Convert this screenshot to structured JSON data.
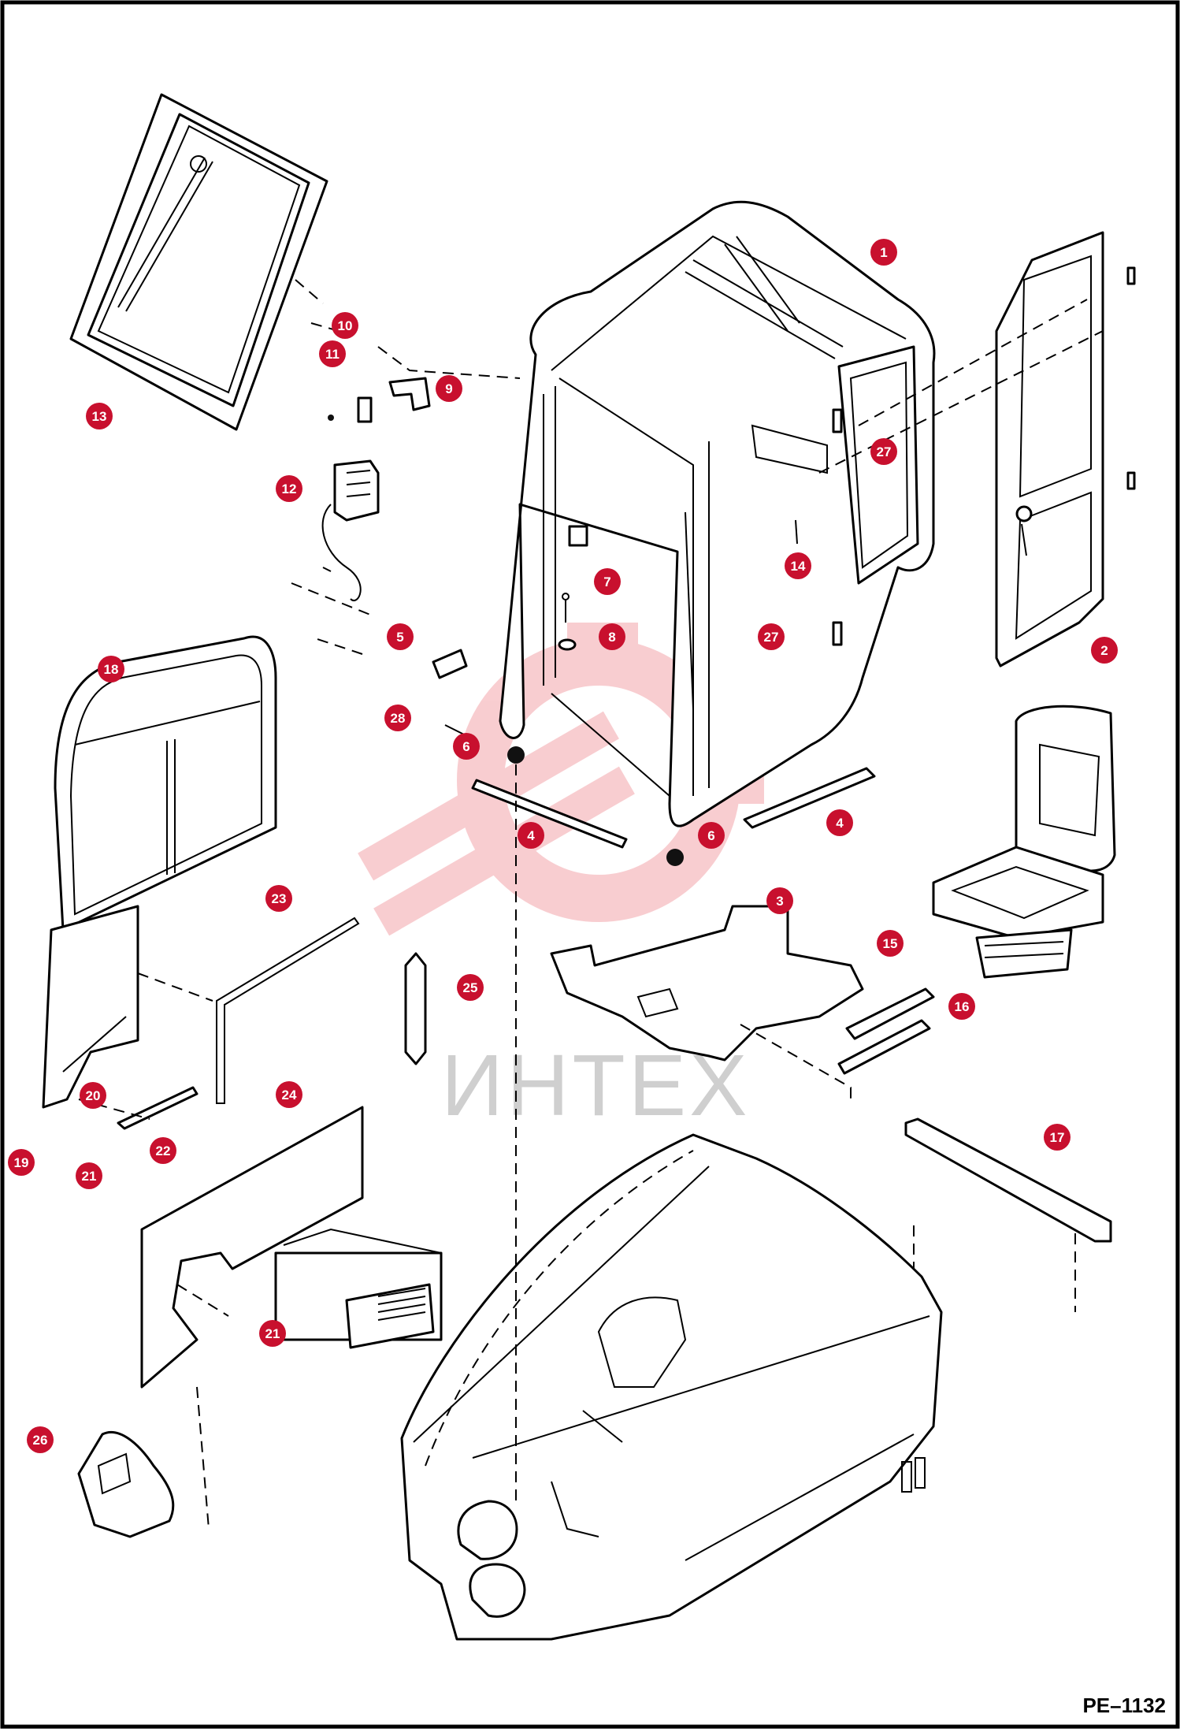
{
  "drawing": {
    "code": "PE–1132",
    "watermark_text": "ИНТЕХ",
    "watermark_color": "#e8505b",
    "callout_color": "#c8102e"
  },
  "callouts": [
    "1",
    "2",
    "3",
    "4",
    "4",
    "5",
    "6",
    "6",
    "7",
    "8",
    "9",
    "10",
    "11",
    "12",
    "13",
    "14",
    "15",
    "16",
    "17",
    "18",
    "19",
    "20",
    "21",
    "21",
    "22",
    "23",
    "24",
    "25",
    "26",
    "27",
    "27",
    "28"
  ]
}
